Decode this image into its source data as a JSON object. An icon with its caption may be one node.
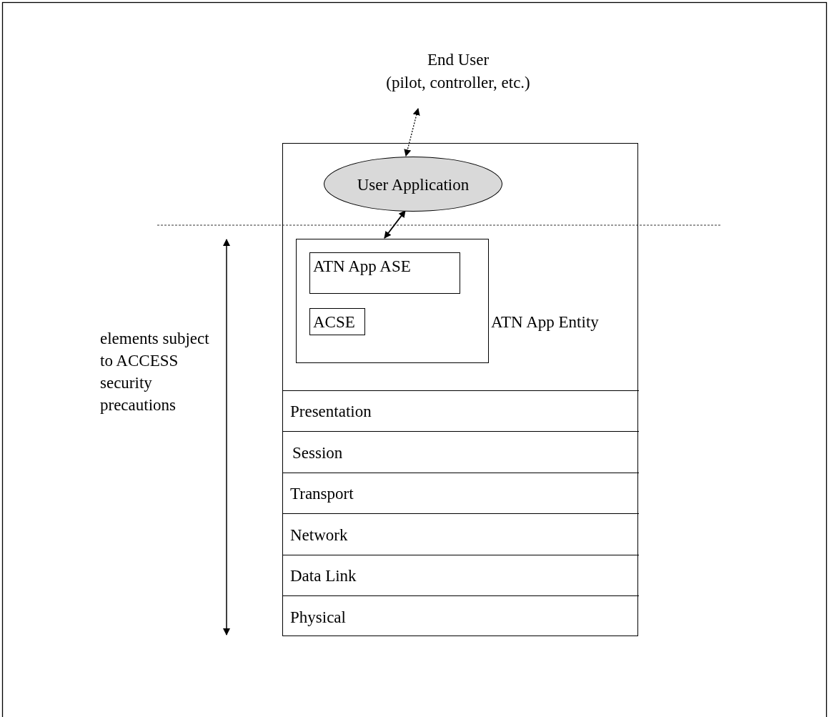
{
  "diagram": {
    "nodes": [
      {
        "text": [
          "End User",
          "(pilot, controller, etc.)"
        ]
      },
      {
        "text": [],
        "shape": "box"
      },
      {
        "text": [
          "User Application"
        ],
        "in": 1
      },
      {
        "text": [
          "ATN App Entity"
        ],
        "in": 1
      },
      {
        "text": [
          "ATN App ASE"
        ],
        "in": 3
      },
      {
        "text": [
          "ACSE"
        ],
        "in": 3
      },
      {
        "text": [
          "Presentation"
        ],
        "in": 1
      },
      {
        "text": [
          "Session"
        ],
        "in": 1
      },
      {
        "text": [
          "Transport"
        ],
        "in": 1
      },
      {
        "text": [
          "Network"
        ],
        "in": 1
      },
      {
        "text": [
          "Data Link"
        ],
        "in": 1
      },
      {
        "text": [
          "Physical"
        ],
        "in": 1
      }
    ],
    "edges": [
      {
        "from": 0,
        "to": 2,
        "arrow": "both",
        "style": "dashed"
      },
      {
        "from": 2,
        "to": 3,
        "arrow": "both"
      }
    ],
    "labels": [
      "elements subject to ACCESS security precautions"
    ]
  }
}
